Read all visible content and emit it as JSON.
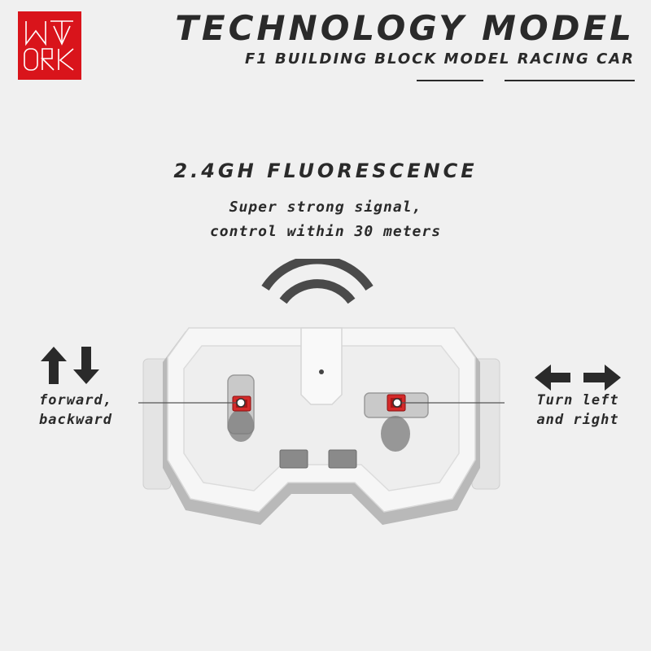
{
  "header": {
    "title": "TECHNOLOGY MODEL",
    "subtitle": "F1 BUILDING BLOCK MODEL RACING CAR"
  },
  "feature": {
    "title": "2.4GH FLUORESCENCE",
    "desc_line1": "Super strong signal,",
    "desc_line2": "control within 30 meters"
  },
  "left_control": {
    "line1": "forward,",
    "line2": "backward"
  },
  "right_control": {
    "line1": "Turn left",
    "line2": "and right"
  },
  "colors": {
    "brand_red": "#d9141b",
    "text_dark": "#2a2a2a",
    "background": "#f0f0f0"
  }
}
